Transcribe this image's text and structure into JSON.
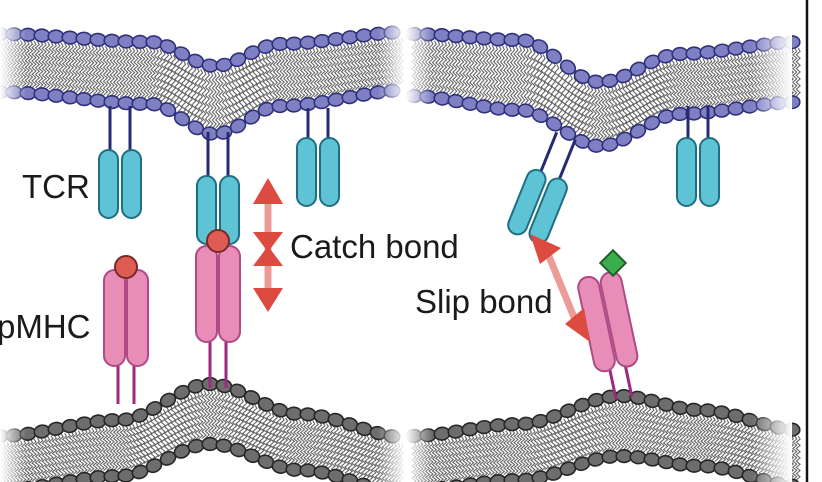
{
  "labels": {
    "tcr": "TCR",
    "pmhc": "pMHC",
    "catch_bond": "Catch bond",
    "slip_bond": "Slip bond"
  },
  "colors": {
    "top_head": "#7f80c4",
    "top_head_stroke": "#2e3079",
    "bottom_head": "#6d6d6d",
    "bottom_head_stroke": "#262626",
    "tail": "#555555",
    "tcr_fill": "#5ec3d4",
    "tcr_stroke": "#1f6f83",
    "tcr_stalk": "#252a72",
    "pmhc_fill": "#e88db8",
    "pmhc_stroke": "#b04a86",
    "pmhc_stalk": "#9c2a7e",
    "peptide_red": "#df5c55",
    "peptide_green": "#3dac4c",
    "arrow": "#dd4a40",
    "divider": "#111111"
  }
}
